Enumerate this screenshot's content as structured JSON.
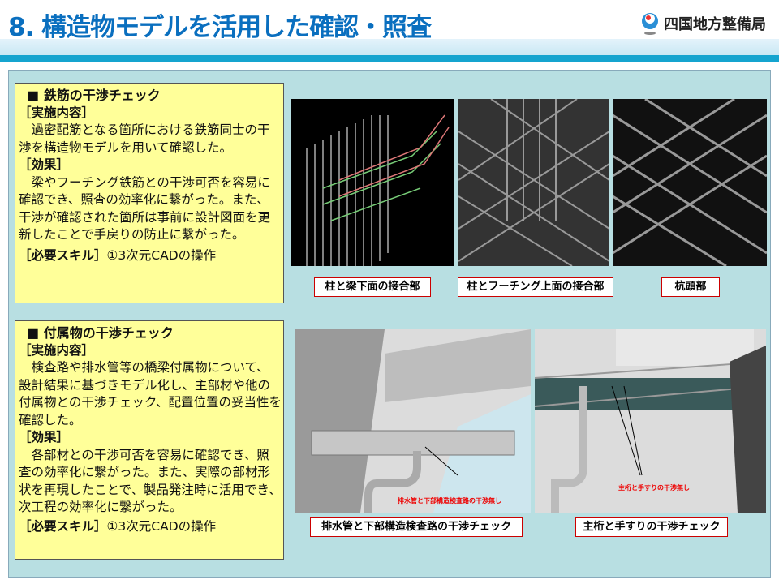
{
  "header": {
    "title": "8. 構造物モデルを活用した確認・照査",
    "org": "四国地方整備局"
  },
  "section1": {
    "heading": "■ 鉄筋の干渉チェック",
    "impl_label": "［実施内容］",
    "impl_text": "　過密配筋となる箇所における鉄筋同士の干渉を構造物モデルを用いて確認した。",
    "effect_label": "［効果］",
    "effect_text": "　梁やフーチング鉄筋との干渉可否を容易に確認でき、照査の効率化に繋がった。また、干渉が確認された箇所は事前に設計図面を更新したことで手戻りの防止に繋がった。",
    "skill_label": "［必要スキル］",
    "skill_text": "①3次元CADの操作",
    "captions": [
      "柱と梁下面の接合部",
      "柱とフーチング上面の接合部",
      "杭頭部"
    ]
  },
  "section2": {
    "heading": "■ 付属物の干渉チェック",
    "impl_label": "［実施内容］",
    "impl_text": "　検査路や排水管等の橋梁付属物について、設計結果に基づきモデル化し、主部材や他の付属物との干渉チェック、配置位置の妥当性を確認した。",
    "effect_label": "［効果］",
    "effect_text": "　各部材との干渉可否を容易に確認でき、照査の効率化に繋がった。また、実際の部材形状を再現したことで、製品発注時に活用でき、次工程の効率化に繋がった。",
    "skill_label": "［必要スキル］",
    "skill_text": "①3次元CADの操作",
    "captions": [
      "排水管と下部構造検査路の干渉チェック",
      "主桁と手すりの干渉チェック"
    ],
    "notes": [
      "排水管と下部構造検査路の干渉無し",
      "主桁と手すりの干渉無し"
    ]
  }
}
